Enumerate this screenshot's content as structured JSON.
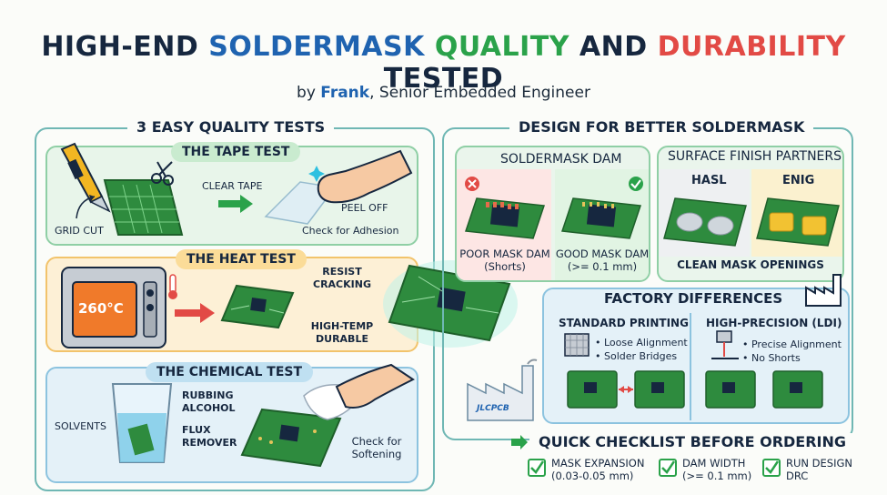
{
  "header": {
    "title_parts": [
      "HIGH-END",
      "SOLDERMASK",
      "QUALITY",
      "AND",
      "DURABILITY",
      "TESTED"
    ],
    "byline_prefix": "by",
    "author": "Frank",
    "byline_suffix": ", Senior Embedded Engineer"
  },
  "left_panel": {
    "title": "3 EASY QUALITY TESTS",
    "tape_test": {
      "title": "THE TAPE TEST",
      "grid_cut": "GRID CUT",
      "clear_tape": "CLEAR TAPE",
      "peel_off": "PEEL OFF",
      "check": "Check for Adhesion"
    },
    "heat_test": {
      "title": "THE HEAT TEST",
      "oven_temp": "260°C",
      "resist_1": "RESIST",
      "resist_2": "CRACKING",
      "hightemp_1": "HIGH-TEMP",
      "hightemp_2": "DURABLE"
    },
    "chemical_test": {
      "title": "THE CHEMICAL TEST",
      "solvents": "SOLVENTS",
      "rubbing_1": "RUBBING",
      "rubbing_2": "ALCOHOL",
      "flux_1": "FLUX",
      "flux_2": "REMOVER",
      "check_1": "Check for",
      "check_2": "Softening"
    }
  },
  "right_panel": {
    "title": "DESIGN FOR BETTER SOLDERMASK",
    "dam": {
      "title": "SOLDERMASK DAM",
      "poor_1": "POOR MASK DAM",
      "poor_2": "(Shorts)",
      "good_1": "GOOD MASK DAM",
      "good_2": "(>= 0.1 mm)"
    },
    "finish": {
      "title": "SURFACE FINISH PARTNERS",
      "hasl": "HASL",
      "enig": "ENIG",
      "clean": "CLEAN MASK OPENINGS"
    },
    "factory": {
      "title": "FACTORY DIFFERENCES",
      "standard": "STANDARD PRINTING",
      "std_1": "• Loose Alignment",
      "std_2": "• Solder Bridges",
      "ldi": "HIGH-PRECISION (LDI)",
      "ldi_1": "• Precise Alignment",
      "ldi_2": "• No Shorts",
      "factory_logo": "JLCPCB"
    },
    "checklist": {
      "title": "QUICK CHECKLIST BEFORE ORDERING",
      "items": [
        {
          "line1": "MASK EXPANSION",
          "line2": "(0.03-0.05 mm)"
        },
        {
          "line1": "DAM WIDTH",
          "line2": "(>= 0.1 mm)"
        },
        {
          "line1": "RUN DESIGN",
          "line2": "DRC"
        }
      ]
    }
  },
  "colors": {
    "dark": "#16273f",
    "blue": "#1f63b0",
    "green": "#2aa24a",
    "red": "#e24a45",
    "teal_border": "#6fb7b4",
    "pcb_green": "#2e8b3e",
    "oven_orange": "#f07a2a"
  },
  "icons": [
    "utility-knife-icon",
    "scissors-icon",
    "hand-icon",
    "tape-icon",
    "oven-icon",
    "thermometer-icon",
    "beaker-icon",
    "cloth-icon",
    "x-mark-icon",
    "check-mark-icon",
    "factory-icon",
    "laser-icon",
    "checkbox-icon"
  ]
}
